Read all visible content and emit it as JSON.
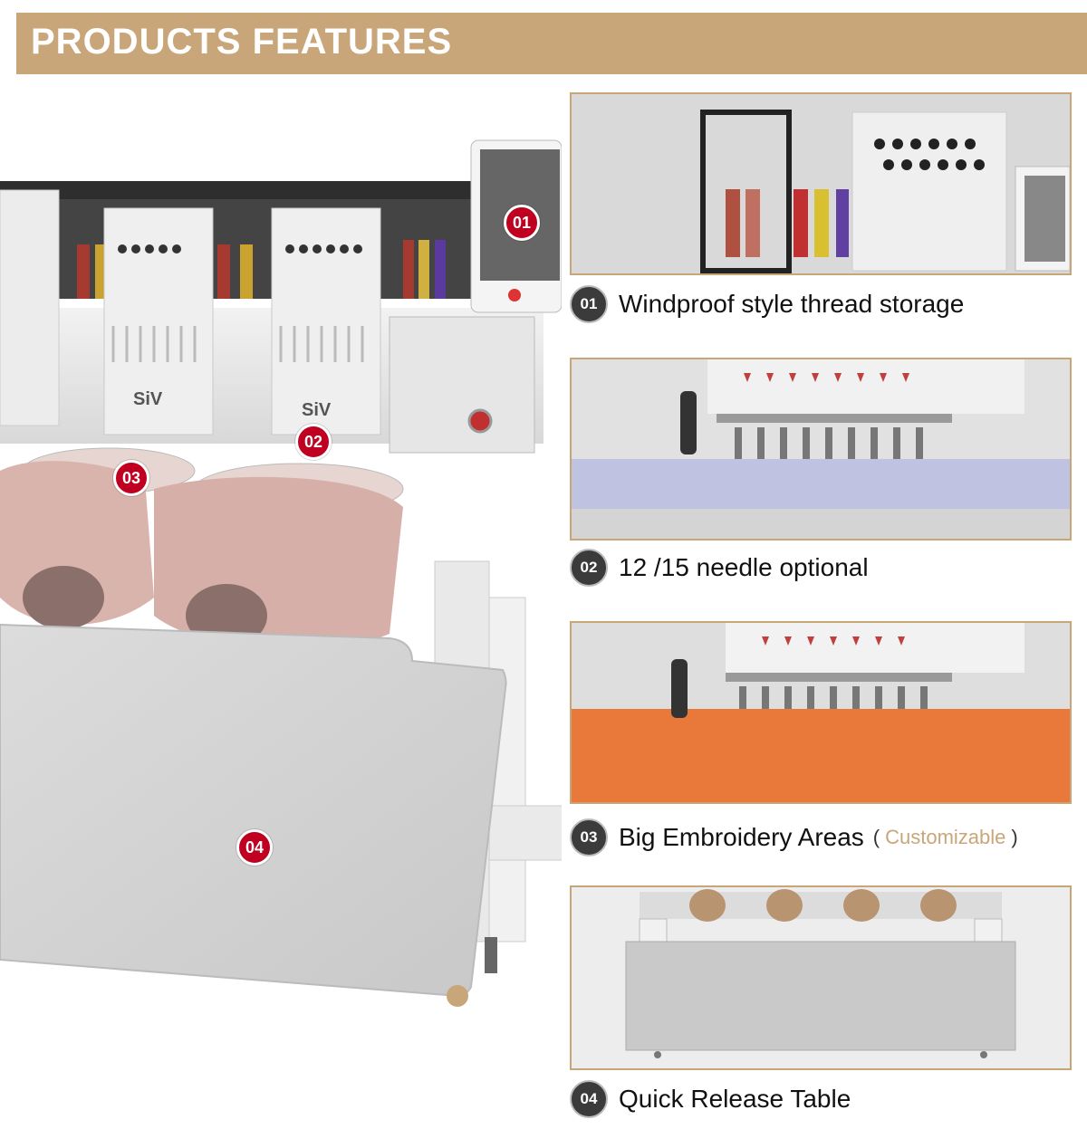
{
  "banner": {
    "title": "PRODUCTS FEATURES"
  },
  "colors": {
    "accent": "#c9a679",
    "marker": "#c00020",
    "badge": "#3b3b3b"
  },
  "machine": {
    "brand_1": "SiV",
    "brand_2": "SiV",
    "markers": [
      "01",
      "02",
      "03",
      "04"
    ]
  },
  "features": [
    {
      "number": "01",
      "text": "Windproof style thread storage"
    },
    {
      "number": "02",
      "text": "12 /15 needle optional"
    },
    {
      "number": "03",
      "text": "Big Embroidery Areas",
      "paren_open": "(",
      "note": "Customizable",
      "paren_close": ")"
    },
    {
      "number": "04",
      "text": "Quick Release Table"
    }
  ]
}
